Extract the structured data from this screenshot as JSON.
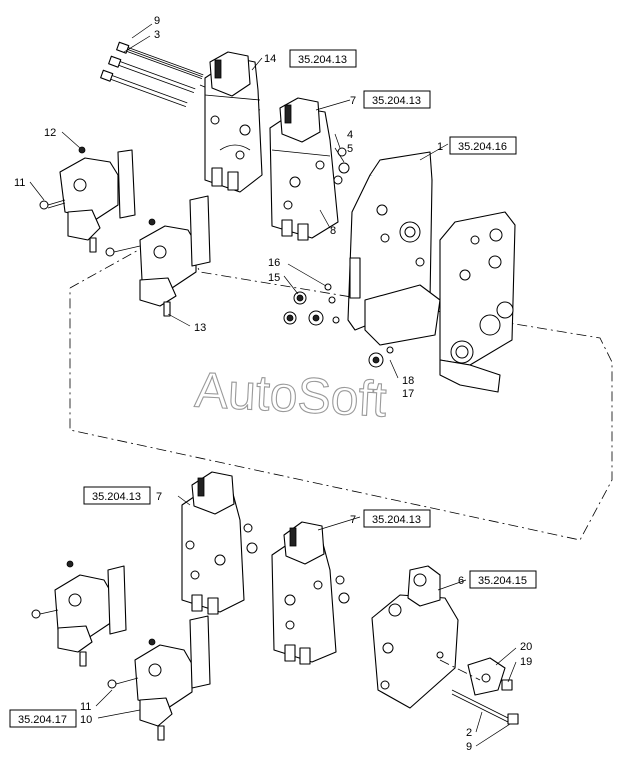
{
  "diagram": {
    "watermark": "AutoSoft",
    "reference_boxes": [
      {
        "id": "ref-14",
        "label": "35.204.13"
      },
      {
        "id": "ref-7a",
        "label": "35.204.13"
      },
      {
        "id": "ref-1",
        "label": "35.204.16"
      },
      {
        "id": "ref-7b",
        "label": "35.204.13"
      },
      {
        "id": "ref-7c",
        "label": "35.204.13"
      },
      {
        "id": "ref-6",
        "label": "35.204.15"
      },
      {
        "id": "ref-10",
        "label": "35.204.17"
      }
    ],
    "callouts": {
      "c9a": "9",
      "c3": "3",
      "c14": "14",
      "c7a": "7",
      "c4": "4",
      "c5": "5",
      "c1": "1",
      "c12": "12",
      "c11a": "11",
      "c8": "8",
      "c16": "16",
      "c15": "15",
      "c13": "13",
      "c18": "18",
      "c17": "17",
      "c7b": "7",
      "c7c": "7",
      "c6": "6",
      "c20": "20",
      "c19": "19",
      "c11b": "11",
      "c10": "10",
      "c2": "2",
      "c9b": "9"
    }
  }
}
